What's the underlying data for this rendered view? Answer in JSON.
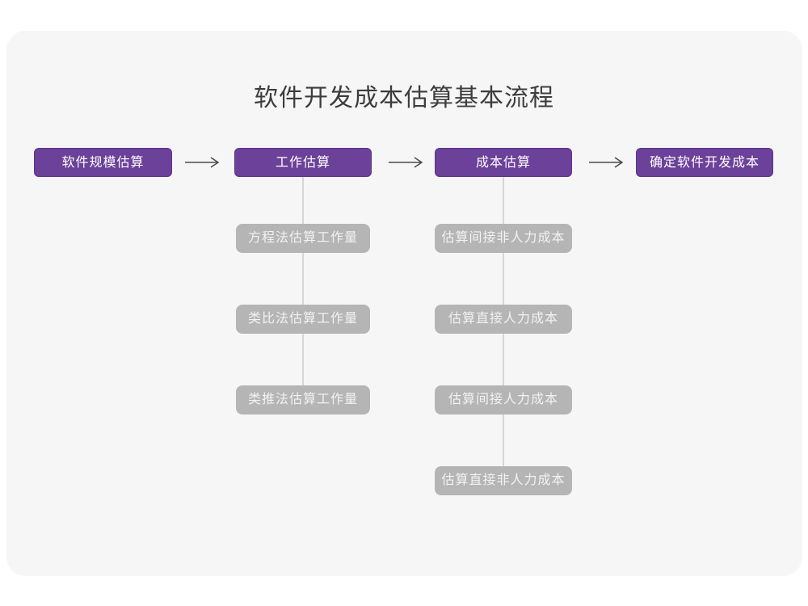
{
  "title": "软件开发成本估算基本流程",
  "colors": {
    "card_bg": "#f6f6f7",
    "title_text": "#3d3d3d",
    "primary": "#6c4199",
    "primary_border": "#5d3389",
    "primary_text": "#ffffff",
    "sub_box": "#b5b5b5",
    "sub_box_text": "#f2f2f2",
    "connector": "#d6d6d6",
    "arrow": "#4a4a4a"
  },
  "flow": {
    "main_steps": [
      {
        "label": "软件规模估算",
        "children": []
      },
      {
        "label": "工作估算",
        "children": [
          "方程法估算工作量",
          "类比法估算工作量",
          "类推法估算工作量"
        ]
      },
      {
        "label": "成本估算",
        "children": [
          "估算间接非人力成本",
          "估算直接人力成本",
          "估算间接人力成本",
          "估算直接非人力成本"
        ]
      },
      {
        "label": "确定软件开发成本",
        "children": []
      }
    ],
    "arrow_glyph": "→"
  }
}
